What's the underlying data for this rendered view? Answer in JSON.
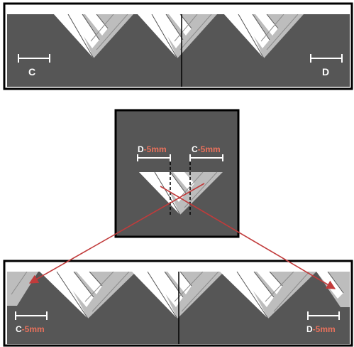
{
  "panels": {
    "top": {
      "label_left": "C",
      "label_right": "D"
    },
    "middle": {
      "label_left_letter": "D",
      "label_left_offset": "-5mm",
      "label_right_letter": "C",
      "label_right_offset": "-5mm"
    },
    "bottom": {
      "label_left_letter": "C",
      "label_left_offset": "-5mm",
      "label_right_letter": "D",
      "label_right_offset": "-5mm"
    }
  },
  "colors": {
    "background": "#565656",
    "light_strip": "#ffffff",
    "mid_strip": "#bdbdbd",
    "frame": "#000000",
    "label_white": "#ffffff",
    "label_red": "#e8715c",
    "arrow": "#c13b3b"
  }
}
